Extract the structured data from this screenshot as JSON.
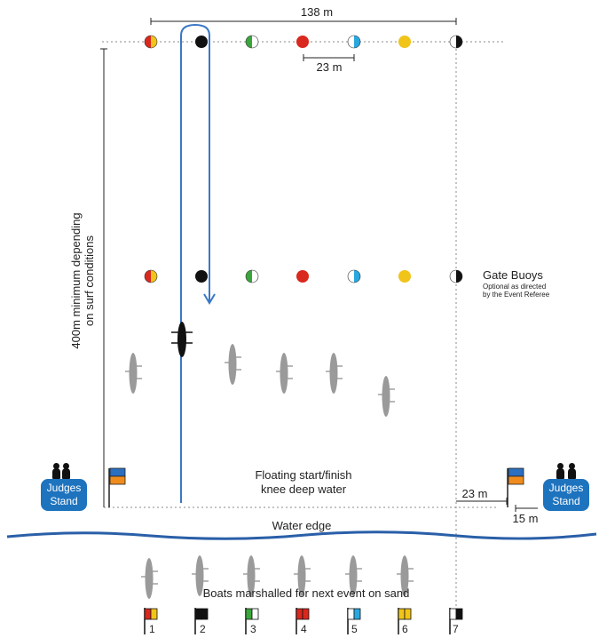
{
  "dimensions": {
    "course_width": "138 m",
    "buoy_spacing": "23 m",
    "start_offset": "23 m",
    "judge_offset": "15 m",
    "course_length": "400m minimum depending\non surf conditions"
  },
  "labels": {
    "gate_buoys_title": "Gate Buoys",
    "gate_buoys_note": "Optional as directed\nby the Event Referee",
    "start_finish": "Floating start/finish\nknee deep water",
    "water_edge": "Water edge",
    "marshalled": "Boats marshalled for next event on sand",
    "judges_left": "Judges\nStand",
    "judges_right": "Judges\nStand"
  },
  "lanes": [
    {
      "number": "1",
      "colors": [
        "#d9281e",
        "#f0c419"
      ],
      "style": "split"
    },
    {
      "number": "2",
      "colors": [
        "#111111",
        "#111111"
      ],
      "style": "solid"
    },
    {
      "number": "3",
      "colors": [
        "#3aa53a",
        "#ffffff"
      ],
      "style": "split"
    },
    {
      "number": "4",
      "colors": [
        "#d9281e",
        "#d9281e"
      ],
      "style": "solid"
    },
    {
      "number": "5",
      "colors": [
        "#ffffff",
        "#29a8e0"
      ],
      "style": "split"
    },
    {
      "number": "6",
      "colors": [
        "#f0c419",
        "#f0c419"
      ],
      "style": "solid"
    },
    {
      "number": "7",
      "colors": [
        "#ffffff",
        "#111111"
      ],
      "style": "split"
    }
  ],
  "colors": {
    "route": "#3a78c5",
    "water": "#2a5fa8",
    "judges_stand": "#1e73be",
    "boat_grey": "#9a9a9a",
    "flag_blue": "#2a6fc0",
    "flag_orange": "#f08c1e"
  },
  "icons": [
    "buoy-icon",
    "lane-flag-icon",
    "boat-icon",
    "judge-person-icon",
    "start-flag-icon"
  ]
}
